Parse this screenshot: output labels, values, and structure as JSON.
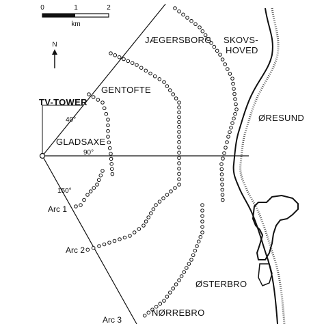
{
  "scale_bar": {
    "tick_labels": [
      "0",
      "1",
      "2"
    ],
    "unit": "km"
  },
  "north_label": "N",
  "places": {
    "jaegersborg": "JÆGERSBORG",
    "skovshoved_line1": "SKOVS-",
    "skovshoved_line2": "HOVED",
    "gentofte": "GENTOFTE",
    "tv_tower": "TV-TOWER",
    "oresund": "ØRESUND",
    "gladsaxe": "GLADSAXE",
    "osterbro": "ØSTERBRO",
    "norrebro": "NØRREBRO"
  },
  "angles": {
    "a40": "40°",
    "a90": "90°",
    "a150": "150°"
  },
  "arcs": {
    "arc1": "Arc 1",
    "arc2": "Arc 2",
    "arc3": "Arc 3"
  }
}
